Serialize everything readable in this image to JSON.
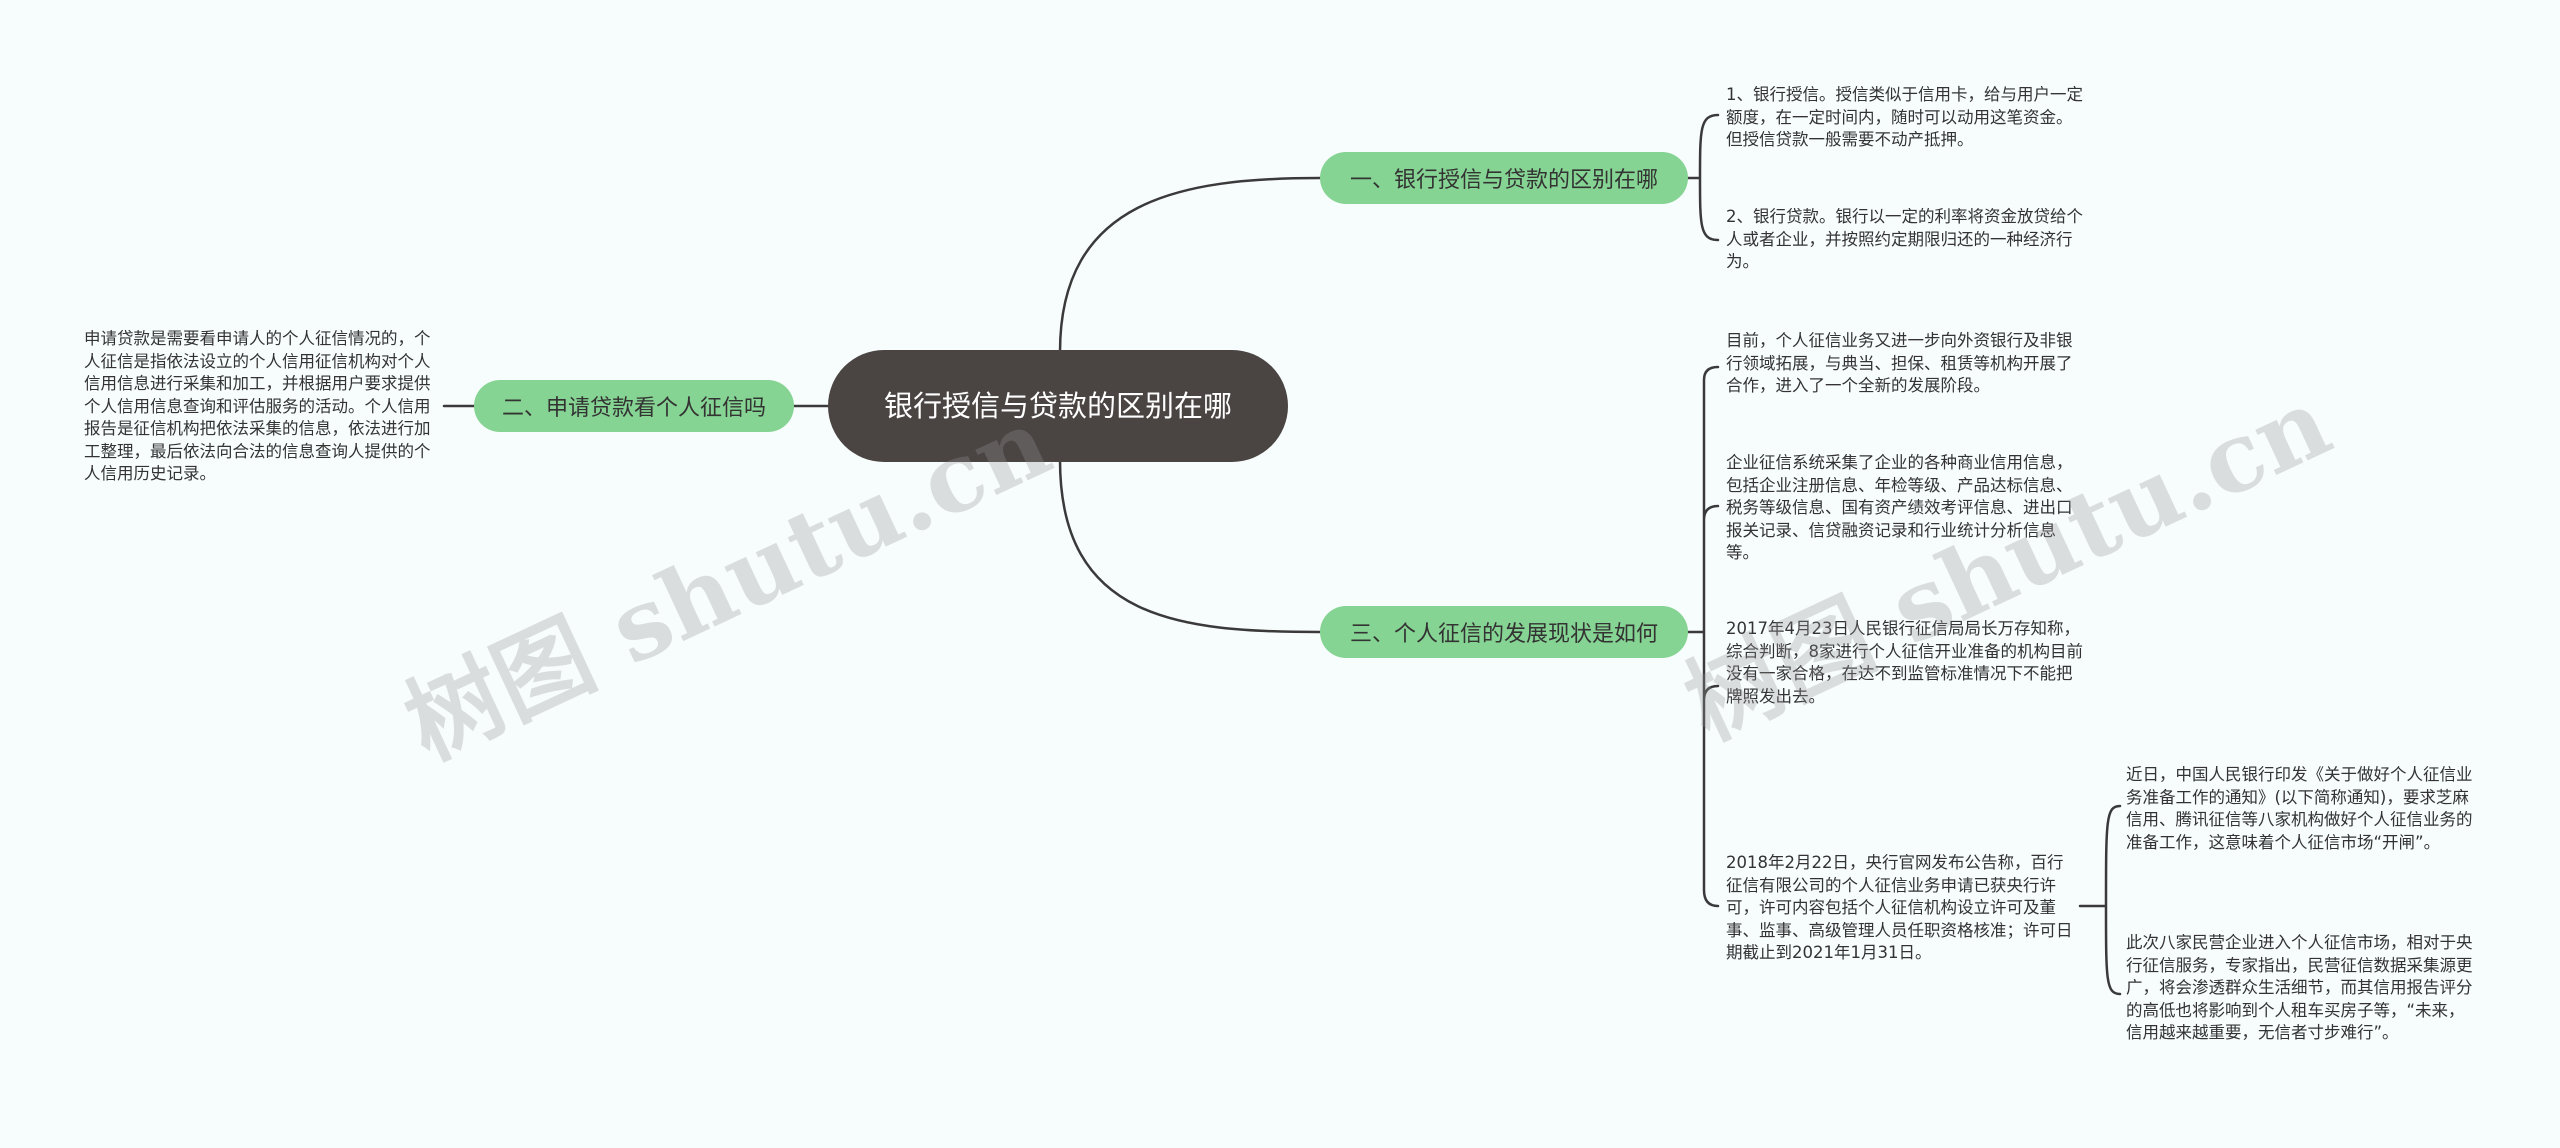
{
  "root": {
    "title": "银行授信与贷款的区别在哪"
  },
  "branches": [
    {
      "label": "一、银行授信与贷款的区别在哪"
    },
    {
      "label": "二、申请贷款看个人征信吗"
    },
    {
      "label": "三、个人征信的发展现状是如何"
    }
  ],
  "leaves": {
    "b1_l1": "1、银行授信。授信类似于信用卡，给与用户一定额度，在一定时间内，随时可以动用这笔资金。但授信贷款一般需要不动产抵押。",
    "b1_l2": "2、银行贷款。银行以一定的利率将资金放贷给个人或者企业，并按照约定期限归还的一种经济行为。",
    "b2_l1": "申请贷款是需要看申请人的个人征信情况的，个人征信是指依法设立的个人信用征信机构对个人信用信息进行采集和加工，并根据用户要求提供个人信用信息查询和评估服务的活动。个人信用报告是征信机构把依法采集的信息，依法进行加工整理，最后依法向合法的信息查询人提供的个人信用历史记录。",
    "b3_l1": "目前，个人征信业务又进一步向外资银行及非银行领域拓展，与典当、担保、租赁等机构开展了合作，进入了一个全新的发展阶段。",
    "b3_l2": "企业征信系统采集了企业的各种商业信用信息，包括企业注册信息、年检等级、产品达标信息、税务等级信息、国有资产绩效考评信息、进出口报关记录、信贷融资记录和行业统计分析信息等。",
    "b3_l3": "2017年4月23日人民银行征信局局长万存知称，综合判断，8家进行个人征信开业准备的机构目前没有一家合格，在达不到监管标准情况下不能把牌照发出去。",
    "b3_l4": "2018年2月22日，央行官网发布公告称，百行征信有限公司的个人征信业务申请已获央行许可，许可内容包括个人征信机构设立许可及董事、监事、高级管理人员任职资格核准；许可日期截止到2021年1月31日。",
    "b3_l4_s1": "近日，中国人民银行印发《关于做好个人征信业务准备工作的通知》(以下简称通知)，要求芝麻信用、腾讯征信等八家机构做好个人征信业务的准备工作，这意味着个人征信市场“开闸”。",
    "b3_l4_s2": "此次八家民营企业进入个人征信市场，相对于央行征信服务，专家指出，民营征信数据采集源更广，将会渗透群众生活细节，而其信用报告评分的高低也将影响到个人租车买房子等，“未来，信用越来越重要，无信者寸步难行”。"
  },
  "watermark": "树图 shutu.cn",
  "colors": {
    "root_bg": "#4a4443",
    "branch_bg": "#86d493",
    "line": "#3a3a3a",
    "bg": "#f7fcfc"
  }
}
